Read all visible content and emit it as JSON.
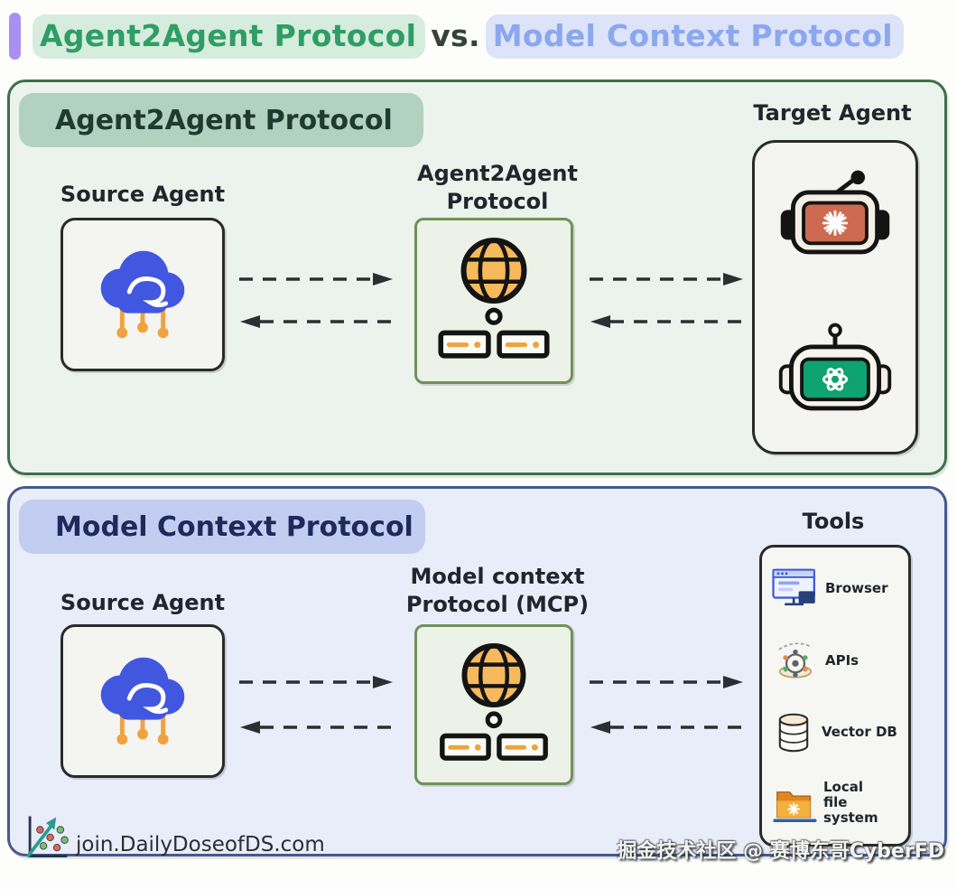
{
  "title": {
    "a2a": "Agent2Agent Protocol",
    "vs": "vs.",
    "mcp": "Model Context Protocol"
  },
  "a2a_panel": {
    "badge": "Agent2Agent Protocol",
    "source_agent_label": "Source Agent",
    "protocol_label_line1": "Agent2Agent",
    "protocol_label_line2": "Protocol",
    "target_agent_label": "Target Agent",
    "icons": {
      "source": "cloud-agent-icon",
      "protocol": "globe-server-icon",
      "target_top": "robot-orange-icon",
      "target_bottom": "robot-green-icon"
    }
  },
  "mcp_panel": {
    "badge": "Model Context Protocol",
    "source_agent_label": "Source Agent",
    "protocol_label_line1": "Model context",
    "protocol_label_line2": "Protocol (MCP)",
    "tools_label": "Tools",
    "tools": [
      {
        "label": "Browser",
        "icon": "browser-icon"
      },
      {
        "label": "APIs",
        "icon": "api-icon"
      },
      {
        "label": "Vector DB",
        "icon": "vector-db-icon"
      },
      {
        "label": "Local file system",
        "icon": "folder-icon"
      }
    ]
  },
  "footer": {
    "site": "join.DailyDoseofDS.com",
    "watermark": "掘金技术社区 @ 赛博东哥CyberFD"
  },
  "colors": {
    "title_bar": "#a98ff2",
    "a2a_accent": "#2f9e63",
    "a2a_badge_bg": "#b2d1c1",
    "a2a_panel_bg": "#ebf3ec",
    "a2a_border": "#3f6f4a",
    "mcp_accent": "#8ba7ef",
    "mcp_badge_bg": "#c2cdf1",
    "mcp_panel_bg": "#e9edfa",
    "mcp_border": "#47598f",
    "arrow": "#2b2f33",
    "cloud_blue": "#4257e0",
    "circuit_orange": "#f0a23e",
    "globe_orange": "#f6b95c",
    "robot_screen_orange": "#cd6a50",
    "robot_screen_green": "#0ea371"
  }
}
